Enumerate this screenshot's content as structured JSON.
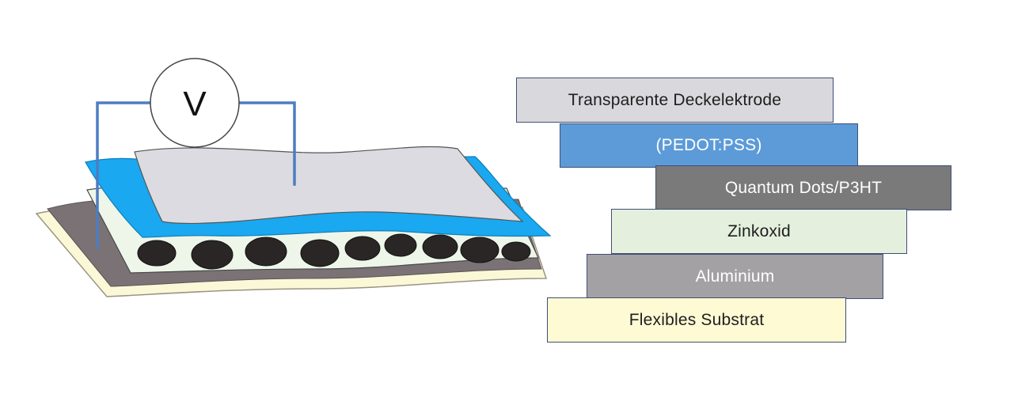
{
  "voltmeter": {
    "symbol": "V"
  },
  "layers": [
    {
      "id": "top",
      "label": "Transparente Deckelektrode",
      "bg": "#d9d8dc",
      "fg": "#1e1e1e"
    },
    {
      "id": "pedot",
      "label": "(PEDOT:PSS)",
      "bg": "#5c9bd8",
      "fg": "#ffffff"
    },
    {
      "id": "qd",
      "label": "Quantum Dots/P3HT",
      "bg": "#7a7a7a",
      "fg": "#ffffff"
    },
    {
      "id": "zno",
      "label": "Zinkoxid",
      "bg": "#e4f0dd",
      "fg": "#1e1e1e"
    },
    {
      "id": "al",
      "label": "Aluminium",
      "bg": "#a4a1a4",
      "fg": "#ffffff"
    },
    {
      "id": "sub",
      "label": "Flexibles Substrat",
      "bg": "#fdfad4",
      "fg": "#1e1e1e"
    }
  ],
  "colors": {
    "wire": "#4d7dc2",
    "blue_layer": "#1aa8f0",
    "top_electrode": "#dcdbe1",
    "zinc_oxide": "#eef6ea",
    "aluminium": "#7a7274",
    "substrate": "#fbf8d8",
    "quantum_dots": "#2a2626"
  }
}
